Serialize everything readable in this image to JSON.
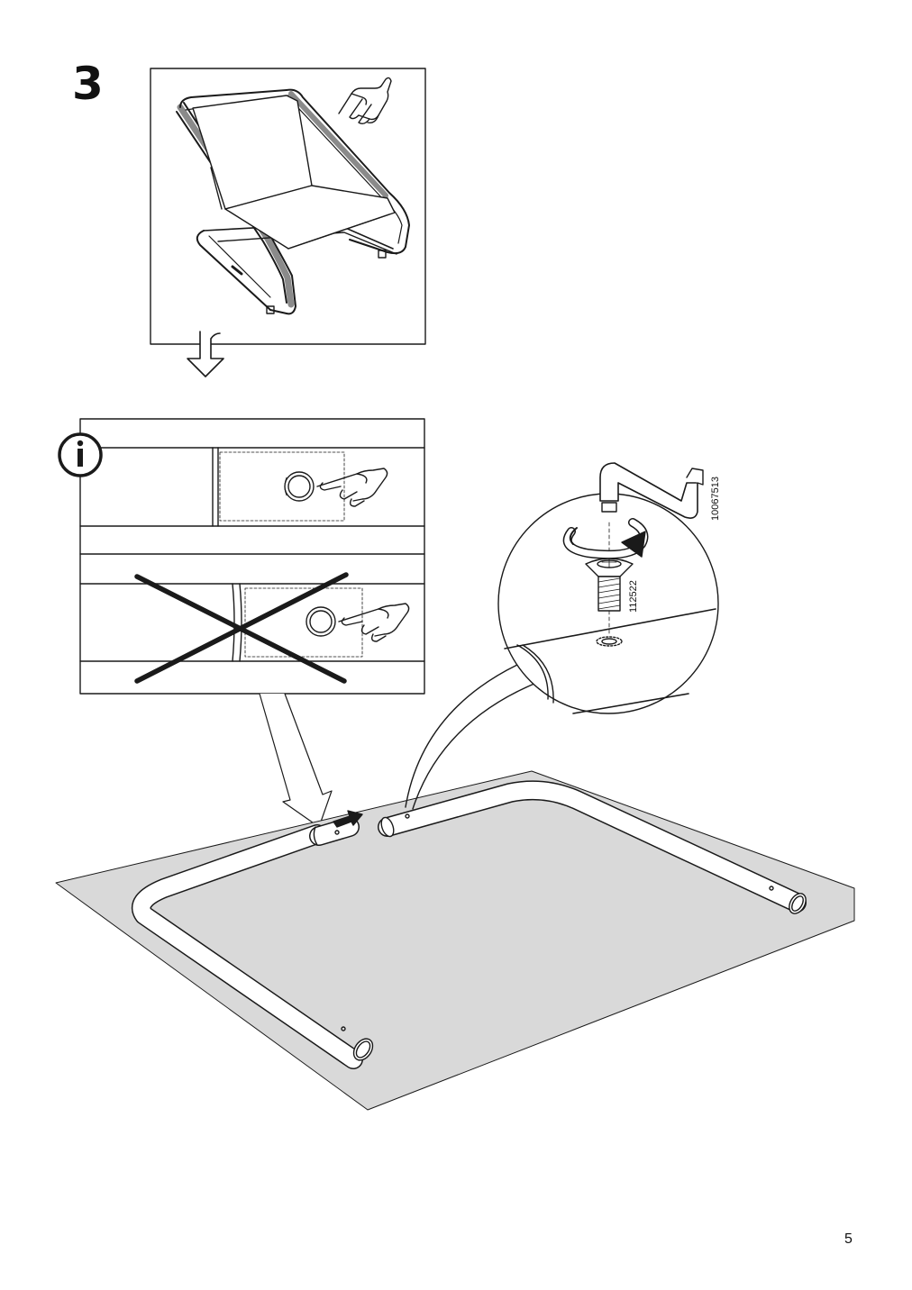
{
  "step": {
    "number": "3"
  },
  "parts": {
    "allen_key_code": "10067513",
    "screw_code": "112522"
  },
  "page": {
    "number": "5"
  },
  "colors": {
    "line": "#1a1a1a",
    "floor": "#d9d9d9",
    "frame_highlight": "#8a8a8a",
    "arrow_fill": "#1a1a1a"
  },
  "icons": [
    "hand-press-icon",
    "info-icon",
    "down-arrow-icon",
    "push-arrow-icon",
    "rotate-arrow-icon",
    "allen-key-icon",
    "screw-icon"
  ]
}
